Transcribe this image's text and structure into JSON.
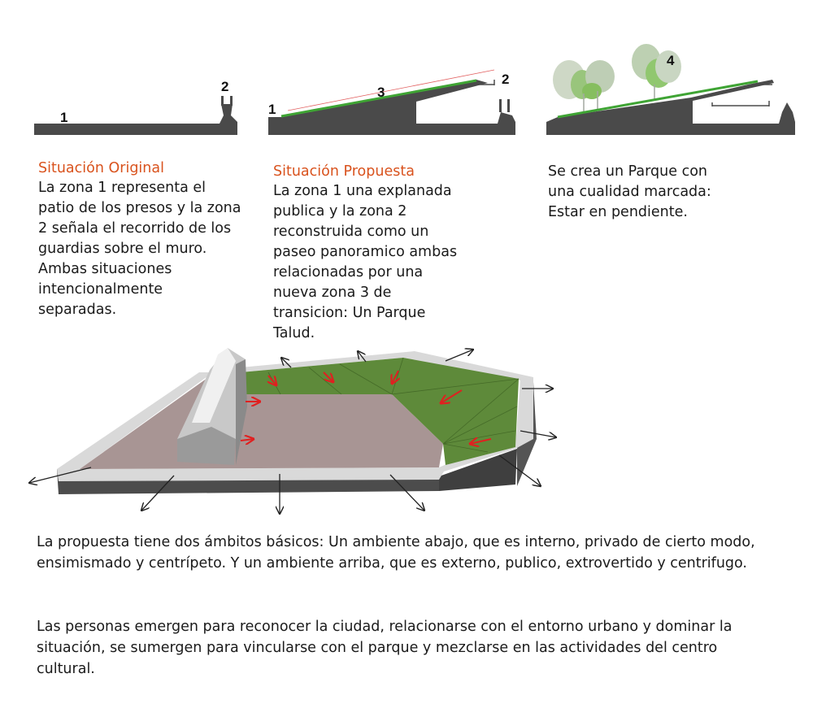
{
  "sections": [
    {
      "markers": [
        "1",
        "2"
      ],
      "heading": "Situación Original",
      "text": "La zona 1 representa el patio de los presos y la zona 2 señala el recorrido de los guardias sobre el muro. Ambas situaciones intencionalmente separadas."
    },
    {
      "markers": [
        "1",
        "3",
        "2"
      ],
      "heading": "Situación Propuesta",
      "text": "La zona 1 una explanada publica y la zona 2 reconstruida como un paseo panoramico ambas relacionadas por una nueva zona 3 de transicion: Un Parque Talud."
    },
    {
      "markers": [
        "4"
      ],
      "heading": "",
      "text": "Se crea un Parque con una cualidad marcada: Estar en pendiente."
    }
  ],
  "paragraphs": [
    "La propuesta tiene dos ámbitos básicos: Un ambiente abajo, que es interno, privado de cierto modo, ensimismado y centrípeto. Y un ambiente arriba, que es externo, publico, extrovertido y centrifugo.",
    "Las personas emergen para reconocer la ciudad, relacionarse con el entorno urbano y dominar la situación, se sumergen para vincularse con el parque y mezclarse en las actividades del centro cultural."
  ],
  "colors": {
    "heading": "#d9531e",
    "ground": "#4a4a4a",
    "grass": "#5e8a3a",
    "floor": "#a89594",
    "arrow_red": "#e02020"
  }
}
